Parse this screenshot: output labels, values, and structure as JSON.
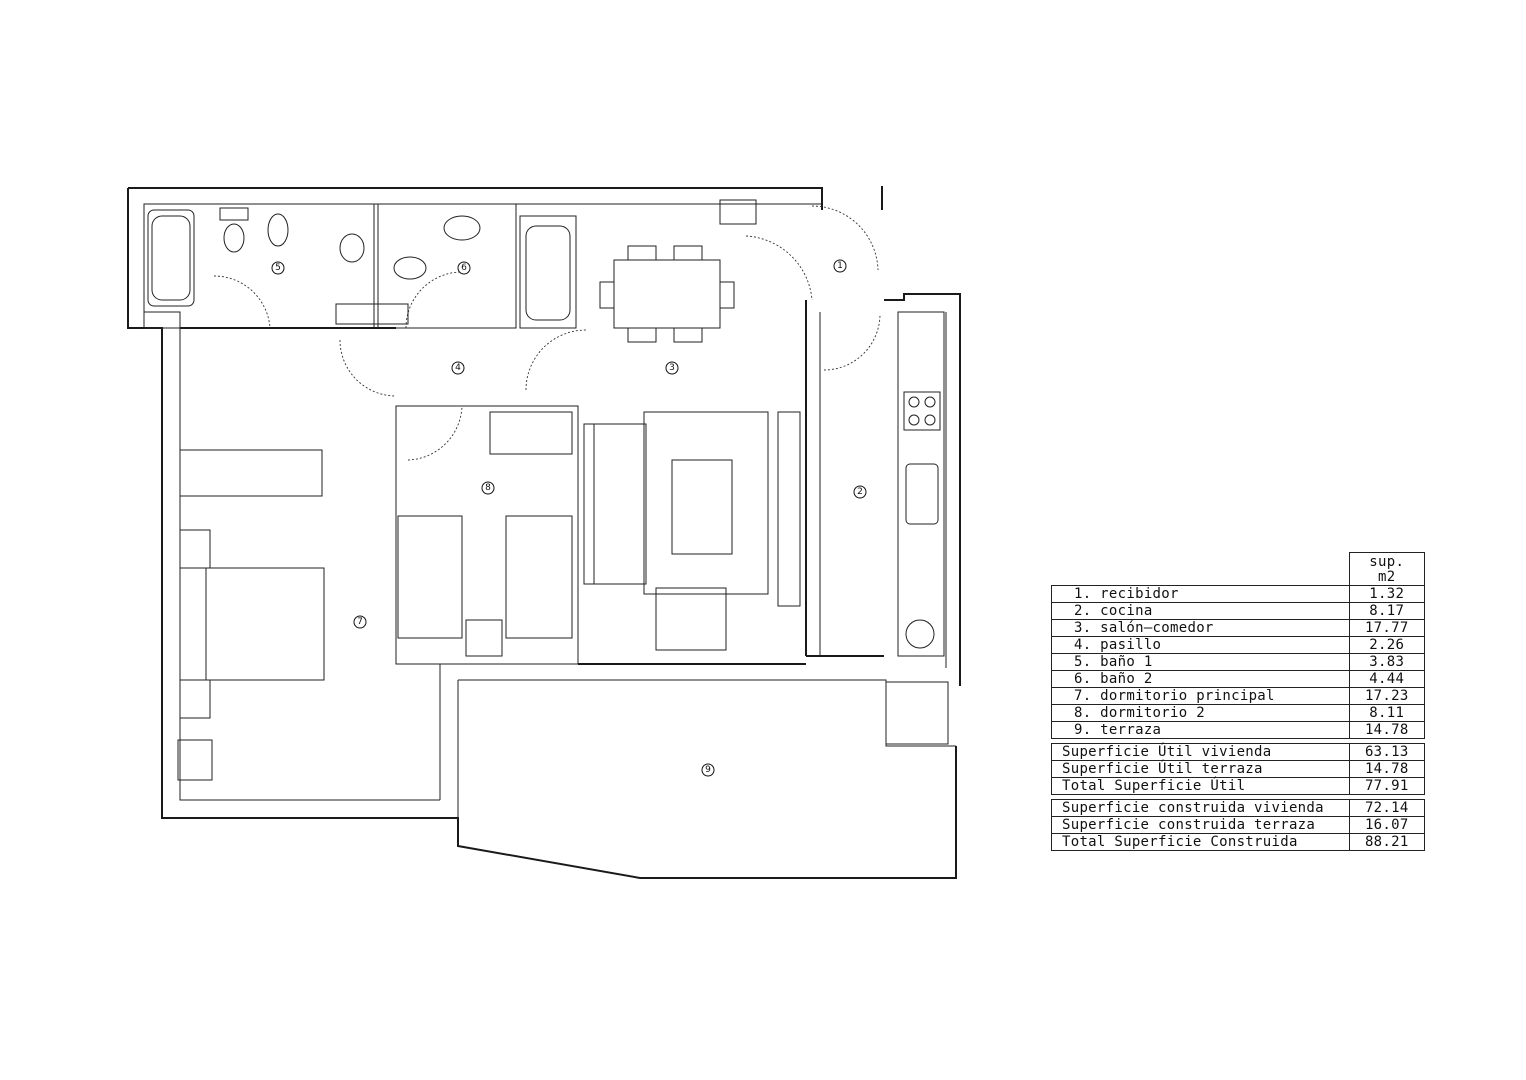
{
  "plan": {
    "rooms": [
      {
        "num": "1"
      },
      {
        "num": "2"
      },
      {
        "num": "3"
      },
      {
        "num": "4"
      },
      {
        "num": "5"
      },
      {
        "num": "6"
      },
      {
        "num": "7"
      },
      {
        "num": "8"
      },
      {
        "num": "9"
      }
    ]
  },
  "table": {
    "header_line1": "sup.",
    "header_line2": "m2",
    "rooms": [
      {
        "label": "1. recibidor",
        "value": "1.32"
      },
      {
        "label": "2. cocina",
        "value": "8.17"
      },
      {
        "label": "3. salón–comedor",
        "value": "17.77"
      },
      {
        "label": "4. pasillo",
        "value": "2.26"
      },
      {
        "label": "5. baño 1",
        "value": "3.83"
      },
      {
        "label": "6. baño 2",
        "value": "4.44"
      },
      {
        "label": "7. dormitorio principal",
        "value": "17.23"
      },
      {
        "label": "8. dormitorio 2",
        "value": "8.11"
      },
      {
        "label": "9. terraza",
        "value": "14.78"
      }
    ],
    "util": [
      {
        "label": "Superficie Útil vivienda",
        "value": "63.13"
      },
      {
        "label": "Superficie Útil terraza",
        "value": "14.78"
      },
      {
        "label": "Total Superficie Útil",
        "value": "77.91"
      }
    ],
    "construida": [
      {
        "label": "Superficie construida vivienda",
        "value": "72.14"
      },
      {
        "label": "Superficie construida terraza",
        "value": "16.07"
      },
      {
        "label": "Total Superficie Construida",
        "value": "88.21"
      }
    ]
  }
}
